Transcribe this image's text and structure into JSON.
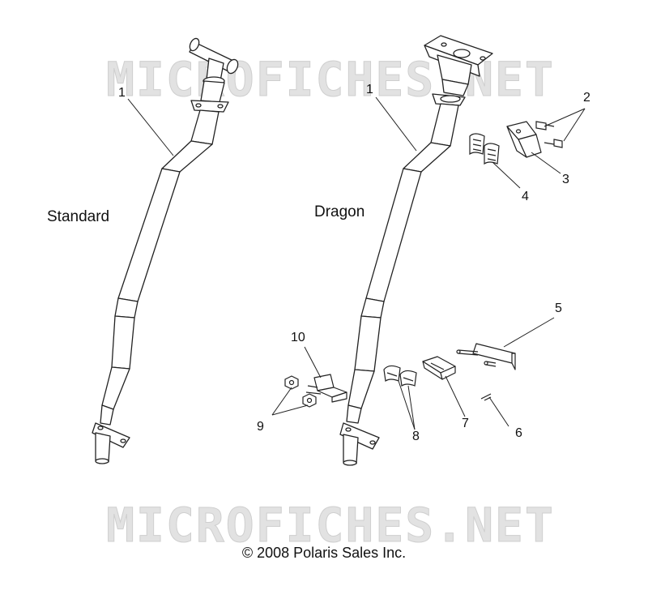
{
  "watermark": {
    "text": "MICROFICHES.NET"
  },
  "labels": {
    "standard": "Standard",
    "dragon": "Dragon"
  },
  "callouts": {
    "c1a": "1",
    "c1b": "1",
    "c2": "2",
    "c3": "3",
    "c4": "4",
    "c5": "5",
    "c6": "6",
    "c7": "7",
    "c8": "8",
    "c9": "9",
    "c10": "10"
  },
  "footer": {
    "copyright": "© 2008 Polaris Sales Inc."
  },
  "colors": {
    "line": "#222222",
    "watermark": "#d6d6d6"
  }
}
